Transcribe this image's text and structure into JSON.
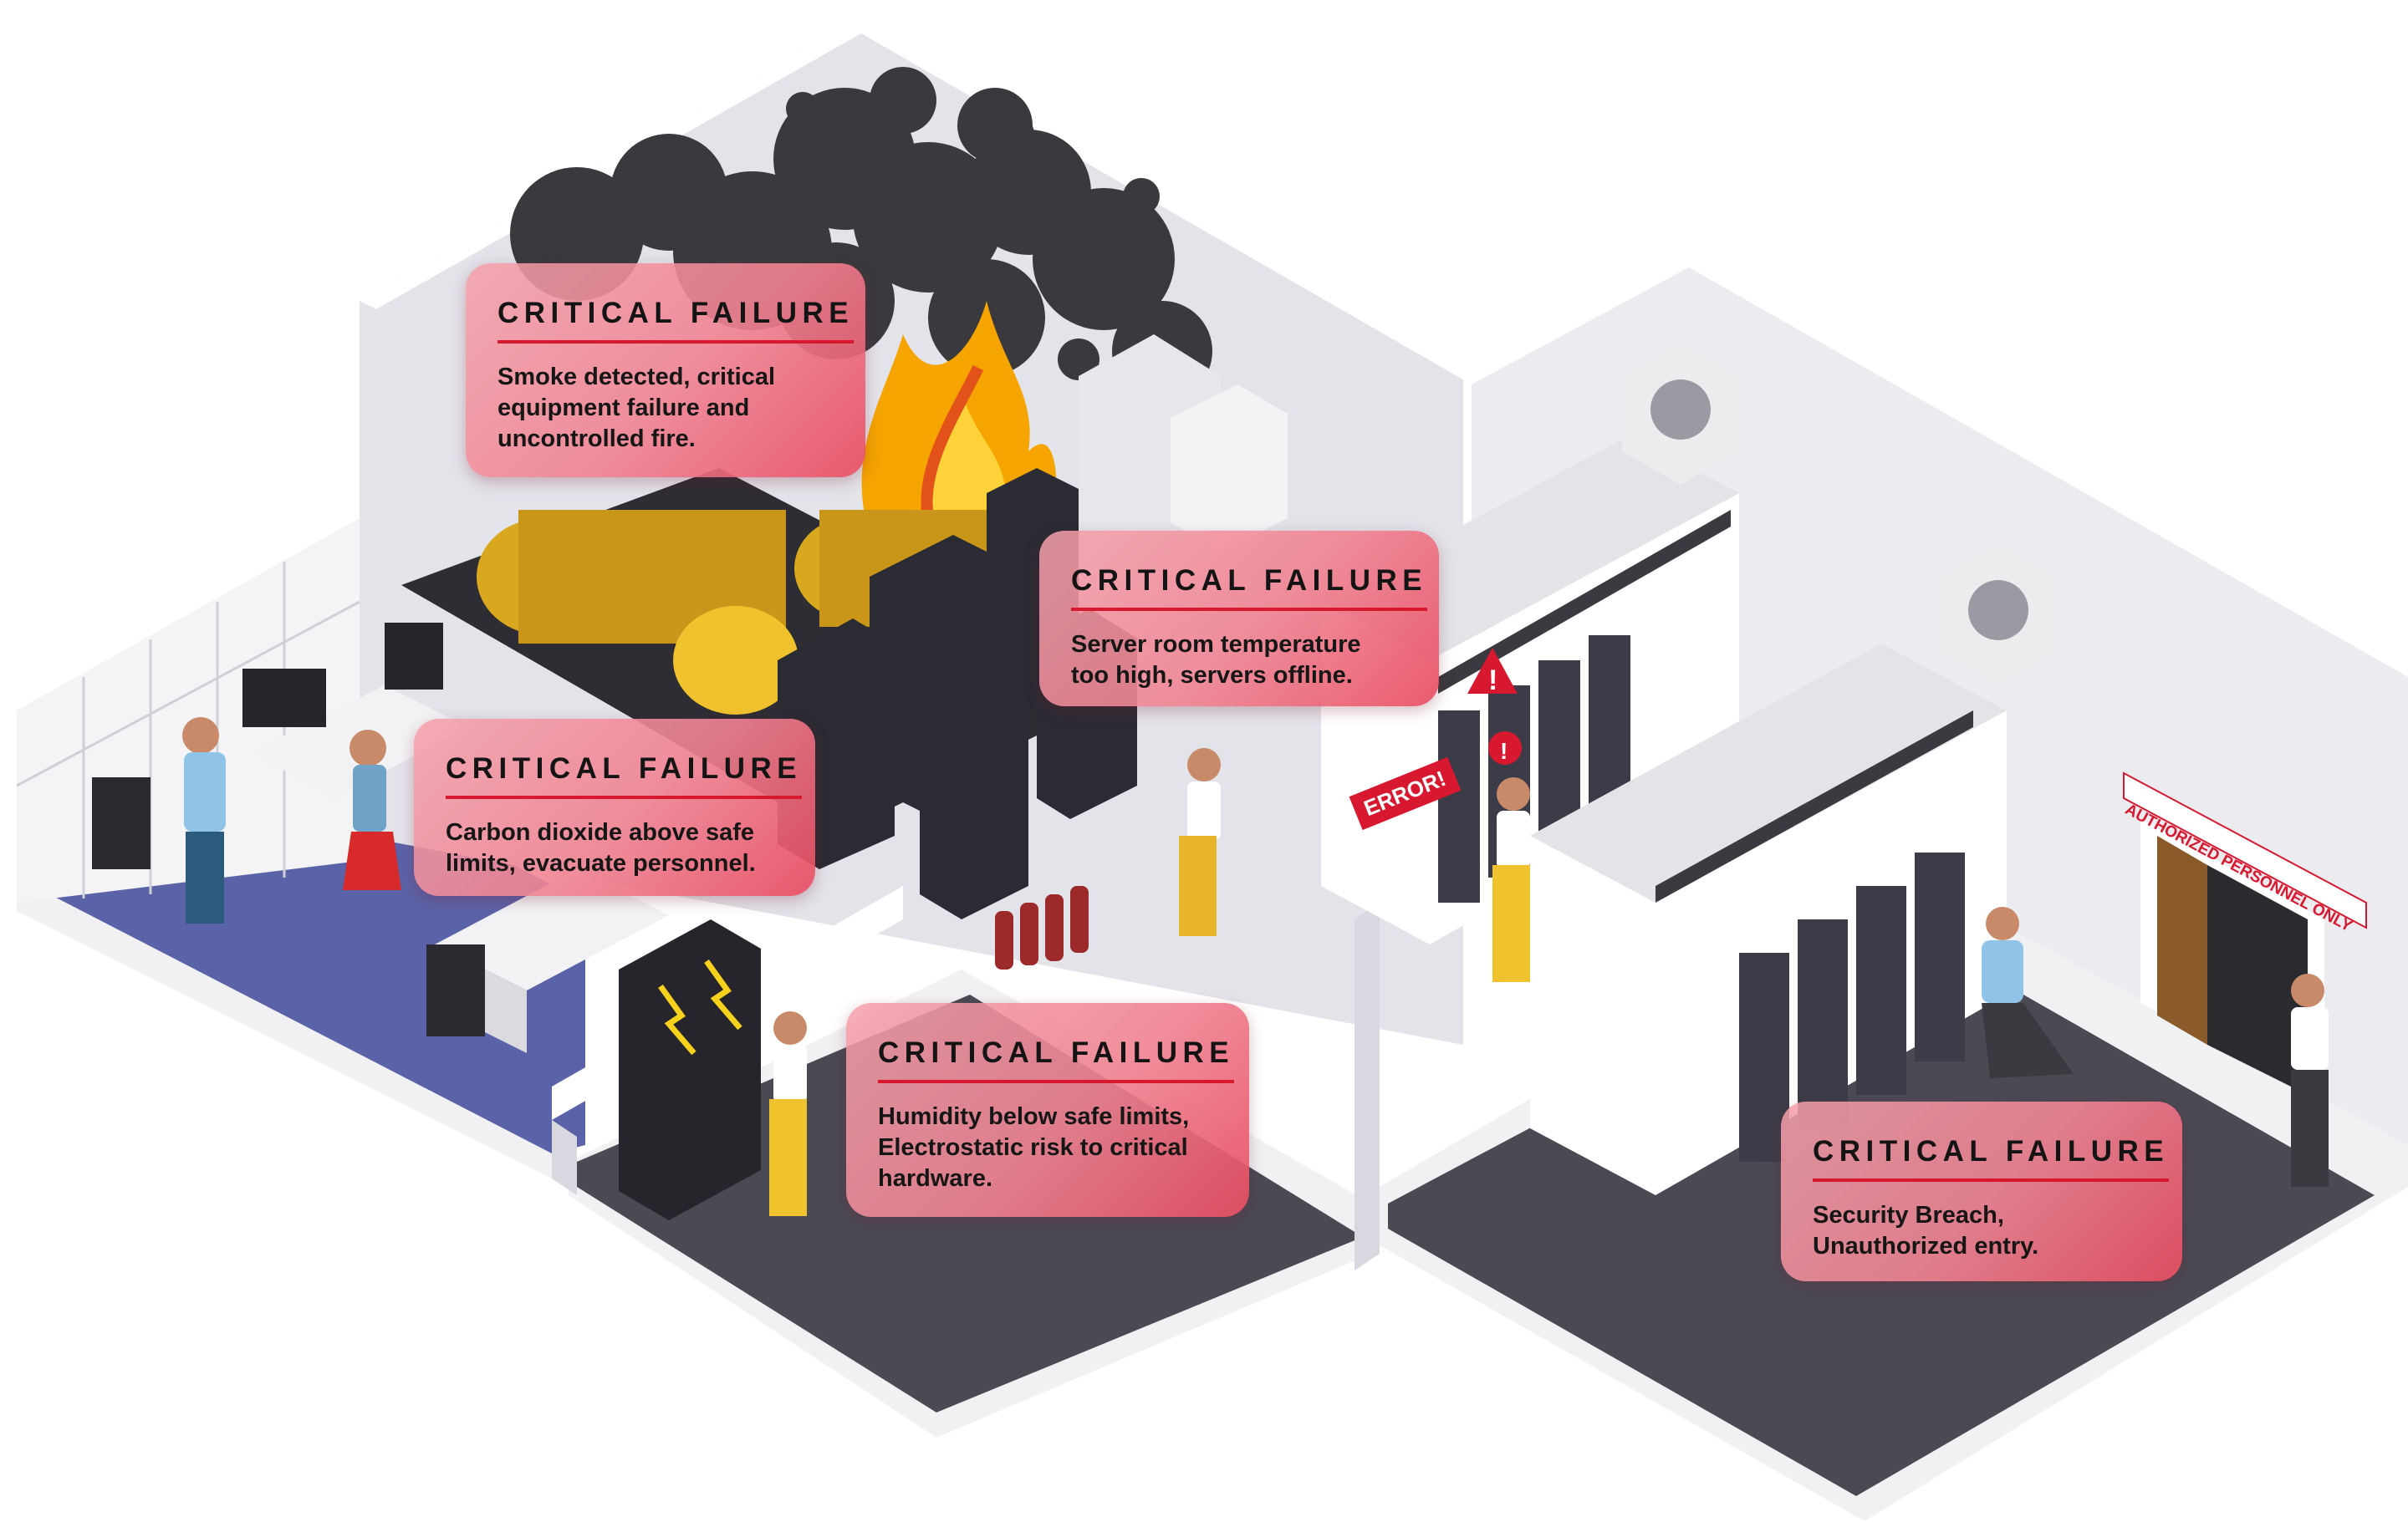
{
  "callouts": [
    {
      "heading": "CRITICAL FAILURE",
      "text": "Smoke detected, critical\nequipment failure and\nuncontrolled fire."
    },
    {
      "heading": "CRITICAL FAILURE",
      "text": "Server room temperature\ntoo high, servers offline."
    },
    {
      "heading": "CRITICAL FAILURE",
      "text": "Carbon dioxide above safe\nlimits, evacuate personnel."
    },
    {
      "heading": "CRITICAL FAILURE",
      "text": "Humidity below safe limits,\nElectrostatic risk to critical\nhardware."
    },
    {
      "heading": "CRITICAL FAILURE",
      "text": "Security Breach,\nUnauthorized entry."
    }
  ],
  "signs": {
    "error": "ERROR!",
    "door": "AUTHORIZED PERSONNEL ONLY"
  },
  "colors": {
    "accent": "#d8182f",
    "floor": "#4a4a55",
    "carpet": "#5b63a8",
    "wall": "#e9e9ef",
    "fire": "#f5a400",
    "smoke": "#3a3a3e"
  }
}
